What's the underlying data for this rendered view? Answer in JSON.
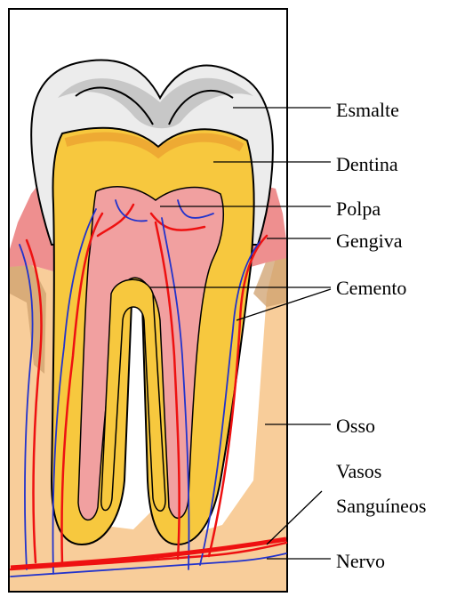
{
  "colors": {
    "enamel": "#ececec",
    "enamel_shadow": "#a9a9a9",
    "dentin": "#f7c83e",
    "dentin_edge": "#e8922a",
    "pulp": "#f1a0a0",
    "gum": "#ee8f8f",
    "bone": "#f8cd9a",
    "bone_dark": "#cfa06d",
    "artery": "#ee1111",
    "vein": "#2233cc",
    "leader": "#000000"
  },
  "labels": {
    "enamel": "Esmalte",
    "dentin": "Dentina",
    "pulp": "Polpa",
    "gum": "Gengiva",
    "cementum": "Cemento",
    "bone": "Osso",
    "vessels_line1": "Vasos",
    "vessels_line2": "Sanguíneos",
    "nerve": "Nervo"
  }
}
